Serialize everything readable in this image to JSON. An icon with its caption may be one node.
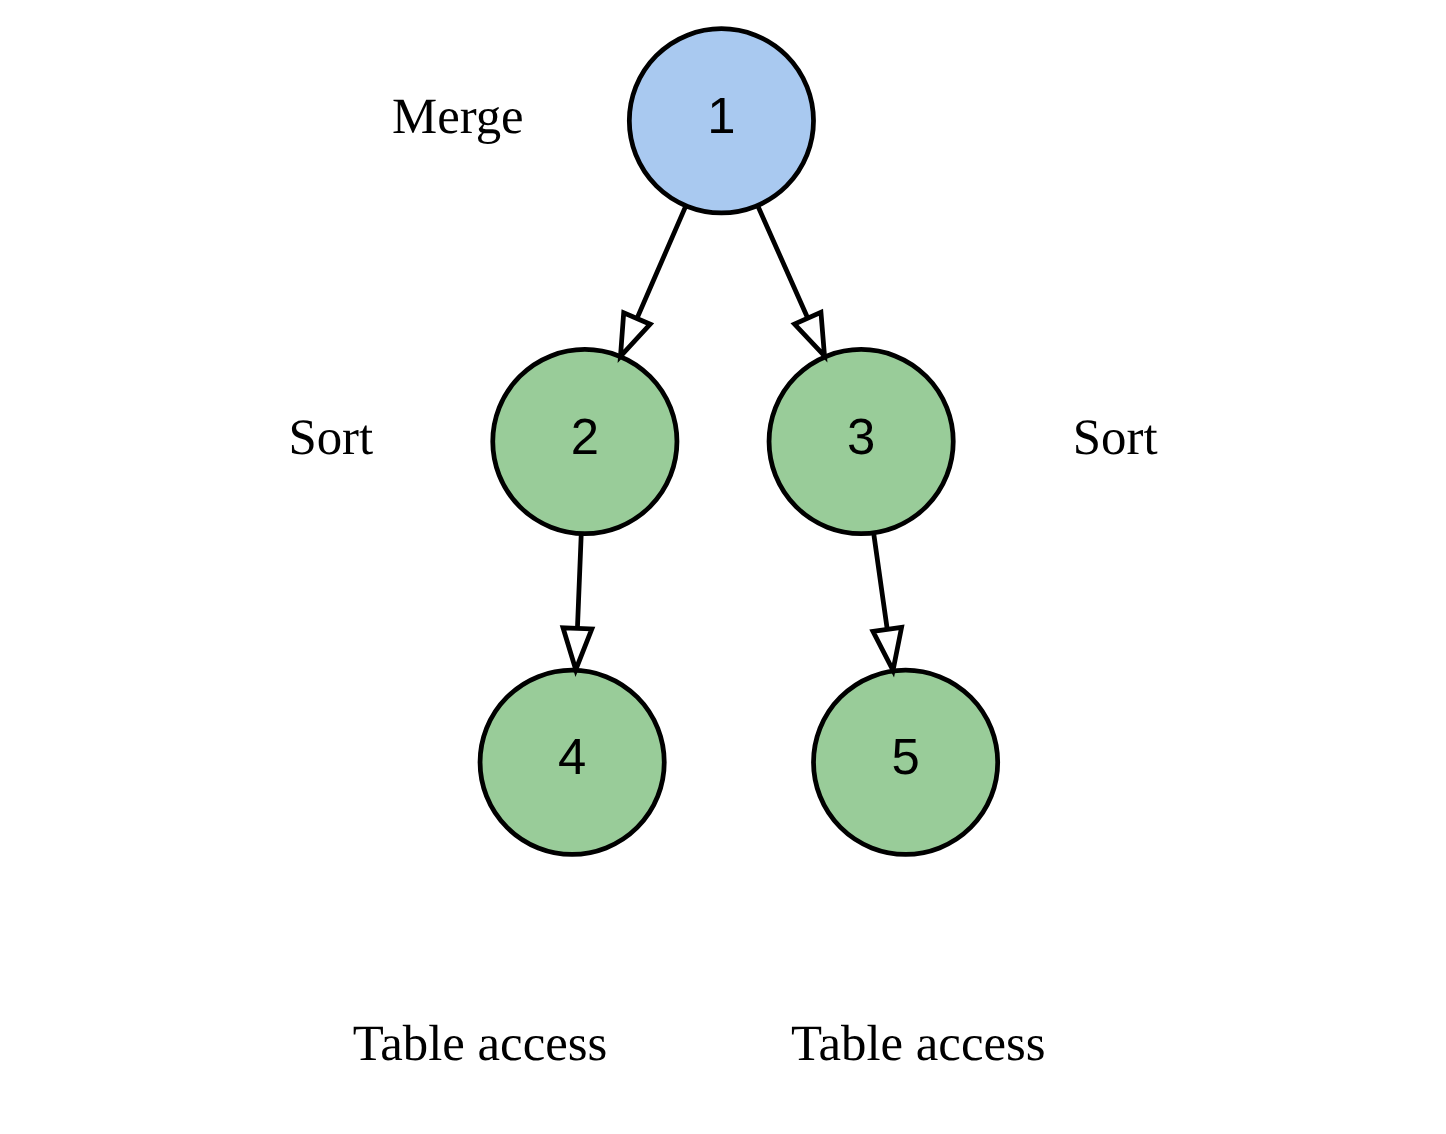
{
  "diagram": {
    "nodes": [
      {
        "text": [
          "1"
        ],
        "beside": [
          "Merge"
        ]
      },
      {
        "text": [
          "2"
        ],
        "beside": [
          "Sort"
        ]
      },
      {
        "text": [
          "3"
        ],
        "beside": [
          "Sort"
        ]
      },
      {
        "text": [
          "4"
        ],
        "beside": [
          "Table access"
        ]
      },
      {
        "text": [
          "5"
        ],
        "beside": [
          "Table access"
        ]
      }
    ],
    "edges": [
      {
        "from": 0,
        "to": 1,
        "arrow": "to"
      },
      {
        "from": 0,
        "to": 2,
        "arrow": "to"
      },
      {
        "from": 1,
        "to": 3,
        "arrow": "to"
      },
      {
        "from": 2,
        "to": 4,
        "arrow": "to"
      }
    ]
  }
}
